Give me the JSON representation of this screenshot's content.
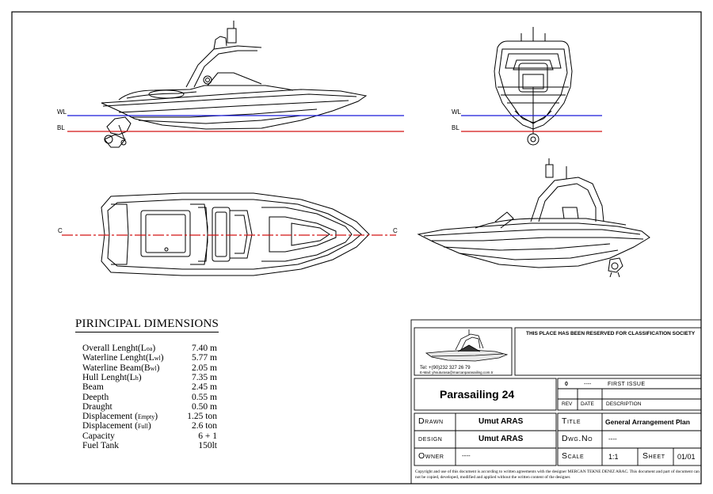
{
  "views": {
    "profile_wl": "WL",
    "profile_bl": "BL",
    "front_wl": "WL",
    "front_bl": "BL",
    "plan_cl_left": "C",
    "plan_cl_right": "C"
  },
  "colors": {
    "waterline": "#1a1adb",
    "baseline": "#d41414",
    "centerline": "#d41414"
  },
  "dimensions": {
    "title": "PIRINCIPAL DIMENSIONS",
    "rows": [
      {
        "name": "Overall Lenght(L",
        "sub": "oa",
        "name_end": ")",
        "value": "7.40 m"
      },
      {
        "name": "Waterline Lenght(L",
        "sub": "wl",
        "name_end": ")",
        "value": "5.77 m"
      },
      {
        "name": "Waterline Beam(B",
        "sub": "wl",
        "name_end": ")",
        "value": "2.05 m"
      },
      {
        "name": "Hull Lenght(L",
        "sub": "h",
        "name_end": ")",
        "value": "7.35 m"
      },
      {
        "name": "Beam",
        "sub": "",
        "name_end": "",
        "value": "2.45 m"
      },
      {
        "name": "Deepth",
        "sub": "",
        "name_end": "",
        "value": "0.55 m"
      },
      {
        "name": "Draught",
        "sub": "",
        "name_end": "",
        "value": "0.50 m"
      },
      {
        "name": "Displacement (",
        "sub": "Empty",
        "name_end": ")",
        "value": "1.25 ton"
      },
      {
        "name": "Displacement (",
        "sub": "Full",
        "name_end": ")",
        "value": "2.6 ton"
      },
      {
        "name": "Capacity",
        "sub": "",
        "name_end": "",
        "value": "6 + 1"
      },
      {
        "name": "Fuel Tank",
        "sub": "",
        "name_end": "",
        "value": "150lt"
      }
    ]
  },
  "title_block": {
    "logo_tel": "Tel: +(90)232 327 26 79",
    "logo_mail": "E-Mail: yhsuturasa@marcanparasailing.com.tr",
    "classification": "THIS PLACE HAS BEEN RESERVED FOR CLASSIFICATION SOCIETY",
    "project": "Parasailing 24",
    "rev_no": "0",
    "rev_date": "----",
    "rev_desc": "FIRST ISSUE",
    "rev_label": "REV",
    "date_label": "DATE",
    "desc_label": "DESCRIPTION",
    "drawn_label": "Drawn",
    "drawn_value": "Umut ARAS",
    "design_label": "design",
    "design_value": "Umut ARAS",
    "owner_label": "Owner",
    "owner_value": "----",
    "title_label": "Title",
    "title_value": "General Arrangement Plan",
    "dwg_label": "Dwg.No",
    "dwg_value": "----",
    "scale_label": "Scale",
    "scale_value": "1:1",
    "sheet_label": "Sheet",
    "sheet_value": "01/01",
    "copyright": "Copyright and use of this document is according to written agreements with the designer MERCAN TEKNE DENIZ ARAC.  This document and part of document can not be copied, developed, modified and applied without the written content of the designer."
  }
}
